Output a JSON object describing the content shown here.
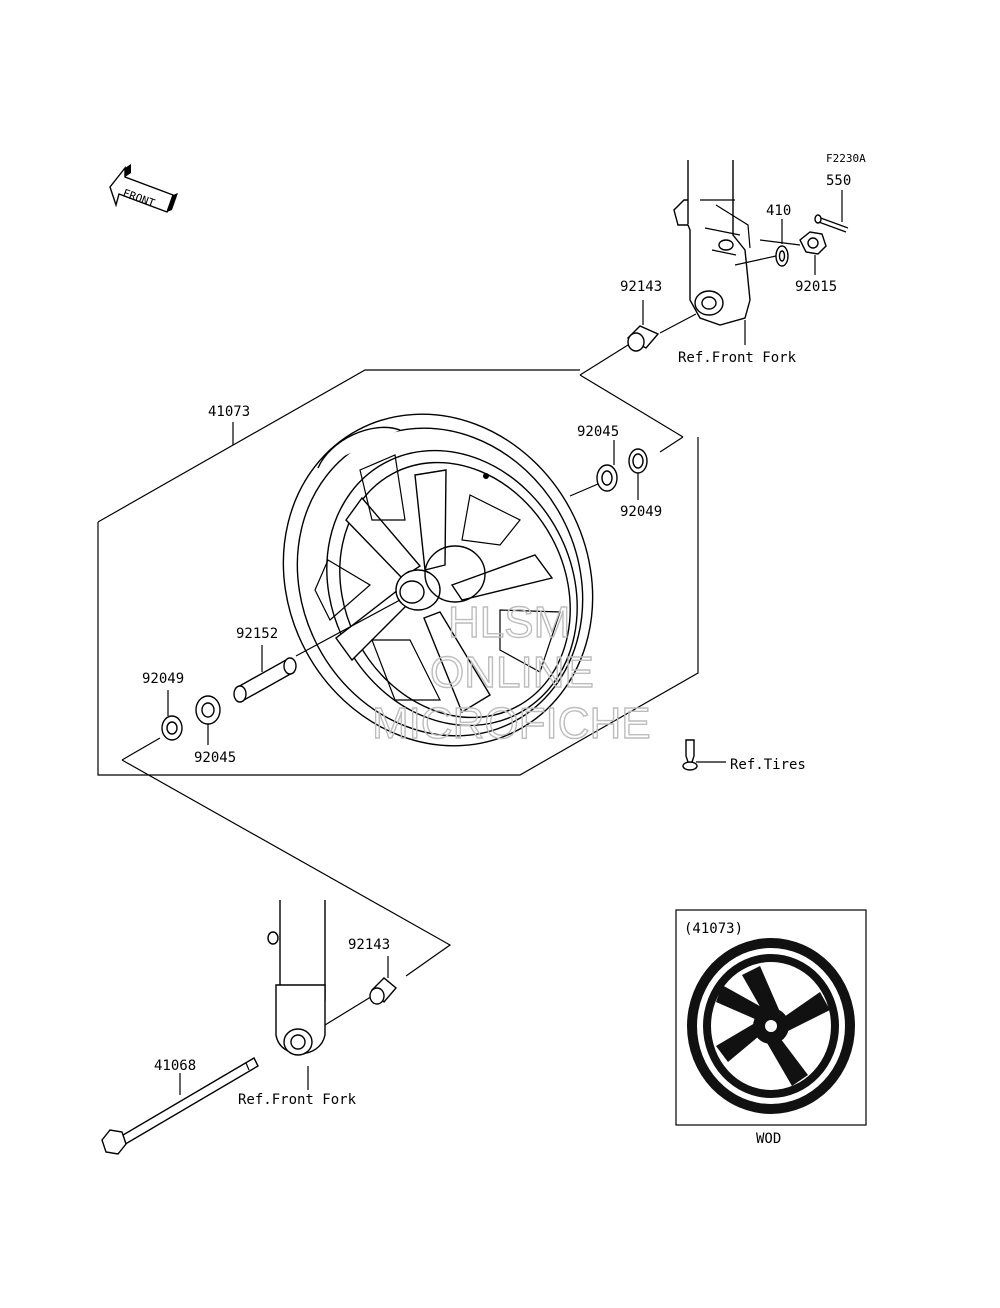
{
  "diagram_code": "F2230A",
  "front_arrow_text": "FRONT",
  "parts": {
    "p550": "550",
    "p410": "410",
    "p92015": "92015",
    "p92143_top": "92143",
    "p41073": "41073",
    "p92045_right": "92045",
    "p92049_right": "92049",
    "p92152": "92152",
    "p92049_left": "92049",
    "p92045_left": "92045",
    "p92143_bottom": "92143",
    "p41068": "41068"
  },
  "references": {
    "front_fork_top": "Ref.Front Fork",
    "tires": "Ref.Tires",
    "front_fork_bottom": "Ref.Front Fork"
  },
  "inset": {
    "title": "(41073)",
    "caption": "WOD"
  },
  "watermark": [
    "HLSM",
    "ONLINE",
    "MICROFICHE"
  ]
}
